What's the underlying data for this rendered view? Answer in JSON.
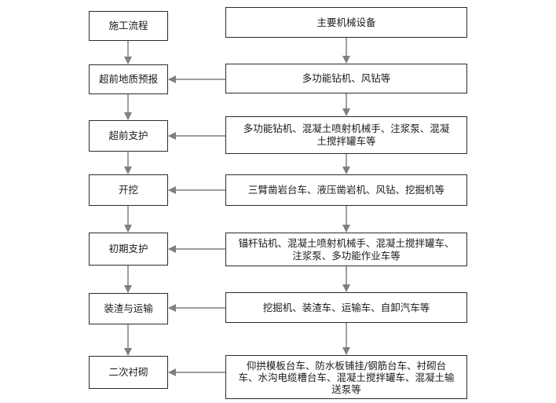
{
  "process_header": "施工流程",
  "equipment_header": "主要机械设备",
  "rows": [
    {
      "step": "超前地质预报",
      "equipment": [
        "多功能钻机、风钻等"
      ]
    },
    {
      "step": "超前支护",
      "equipment": [
        "多功能钻机、混凝土喷射机械手、注浆泵、混凝",
        "土搅拌罐车等"
      ]
    },
    {
      "step": "开挖",
      "equipment": [
        "三臂凿岩台车、液压凿岩机、风钻、挖掘机等"
      ]
    },
    {
      "step": "初期支护",
      "equipment": [
        "锚杆钻机、混凝土喷射机械手、混凝土搅拌罐车、",
        "注浆泵、多功能作业车等"
      ]
    },
    {
      "step": "装渣与运输",
      "equipment": [
        "挖掘机、装渣车、运输车、自卸汽车等"
      ]
    },
    {
      "step": "二次衬砌",
      "equipment": [
        "仰拱模板台车、防水板铺挂/钢筋台车、衬砌台",
        "车、水沟电缆槽台车、混凝土搅拌罐车、混凝土输",
        "送泵等"
      ]
    }
  ],
  "colors": {
    "stroke": "#2b2b2b",
    "arrow": "#7f7f7f",
    "text": "#1a1a1a"
  }
}
